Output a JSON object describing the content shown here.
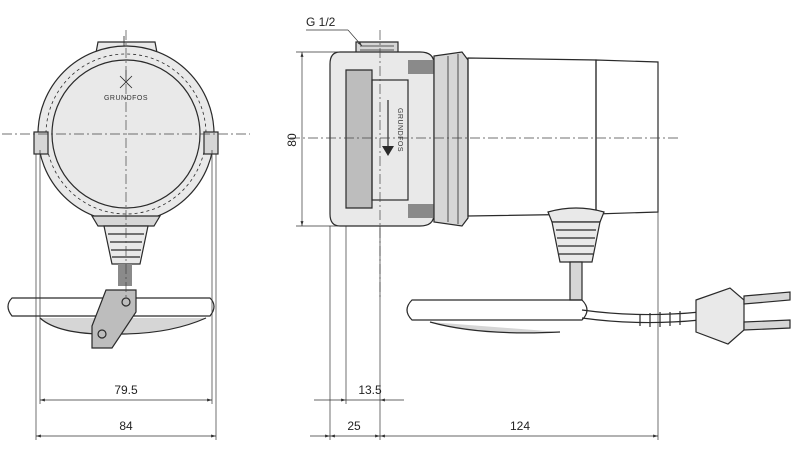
{
  "labels": {
    "thread": "G 1/2",
    "height": "80",
    "width_inner": "79.5",
    "width_outer": "84",
    "offset_small": "13.5",
    "offset_port": "25",
    "length": "124"
  },
  "logo": {
    "brand": "GRUNDFOS",
    "arrow_text": "GRUNDFOS"
  }
}
